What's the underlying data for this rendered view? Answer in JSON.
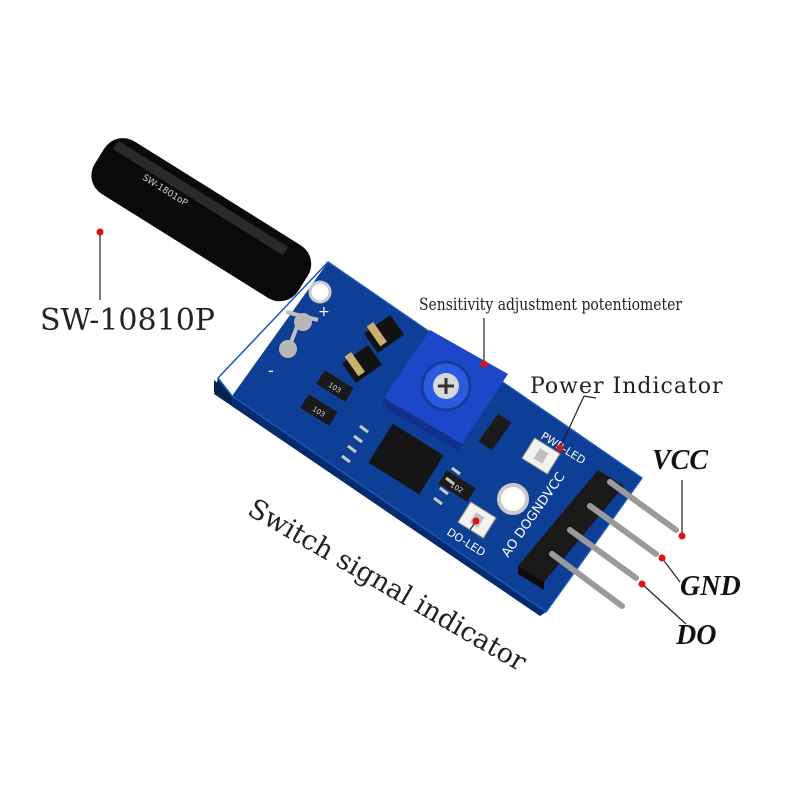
{
  "labels": {
    "sensor_model": "SW-10810P",
    "potentiometer": "Sensitivity adjustment potentiometer",
    "power_indicator": "Power Indicator",
    "switch_indicator": "Switch signal indicator",
    "pin_vcc": "VCC",
    "pin_gnd": "GND",
    "pin_do": "DO"
  },
  "board_silkscreen": {
    "pwr_led": "PWR-LED",
    "do_led": "DO-LED",
    "header": "AO DOGNDVCC",
    "plus": "+",
    "minus": "-",
    "res_103": "103",
    "res_102": "102",
    "sensor_print": "SW-1801oP"
  },
  "colors": {
    "pcb": "#0b3a8c",
    "pcb_dark": "#06276a",
    "pot": "#1f4fd6",
    "pin_metal": "#9a9a9a",
    "header": "#1a1a1a",
    "leader": "#e01010"
  }
}
